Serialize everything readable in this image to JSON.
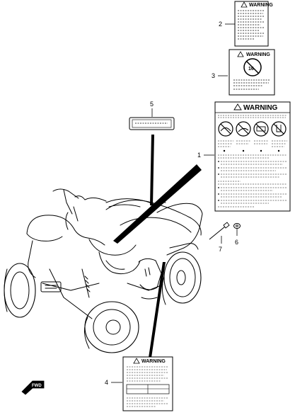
{
  "callouts": [
    "1",
    "2",
    "3",
    "4",
    "5",
    "6",
    "7"
  ],
  "labels": {
    "warning_text": "WARNING",
    "age_badge": "16",
    "fwd_text": "FWD"
  }
}
